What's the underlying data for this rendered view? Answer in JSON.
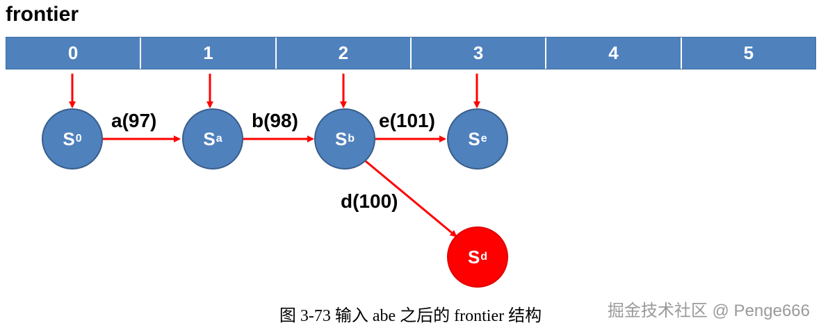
{
  "title": "frontier",
  "frontier": {
    "cells": [
      "0",
      "1",
      "2",
      "3",
      "4",
      "5"
    ]
  },
  "nodes": [
    {
      "id": "s0",
      "label": "S",
      "sub": "0",
      "color": "#4f81bd"
    },
    {
      "id": "sa",
      "label": "S",
      "sub": "a",
      "color": "#4f81bd"
    },
    {
      "id": "sb",
      "label": "S",
      "sub": "b",
      "color": "#4f81bd"
    },
    {
      "id": "se",
      "label": "S",
      "sub": "e",
      "color": "#4f81bd"
    },
    {
      "id": "sd",
      "label": "S",
      "sub": "d",
      "color": "#ff0000"
    }
  ],
  "edges": [
    {
      "from": "s0",
      "to": "sa",
      "label": "a(97)"
    },
    {
      "from": "sa",
      "to": "sb",
      "label": "b(98)"
    },
    {
      "from": "sb",
      "to": "se",
      "label": "e(101)"
    },
    {
      "from": "sb",
      "to": "sd",
      "label": "d(100)"
    }
  ],
  "arrow_color": "#ff0000",
  "caption": "图 3-73 输入 abe 之后的 frontier 结构",
  "watermark": "掘金技术社区 @ Penge666"
}
